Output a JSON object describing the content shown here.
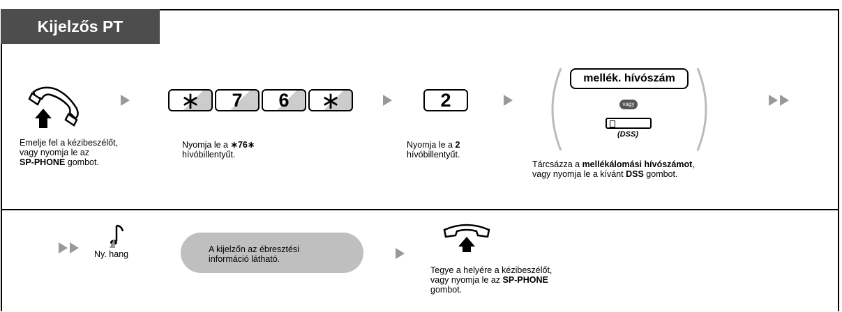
{
  "title": "Kijelzős PT",
  "step1": {
    "line1": "Emelje fel a kézibeszélőt,",
    "line2": "vagy nyomja le az",
    "bold": "SP-PHONE",
    "rest": " gombot."
  },
  "keys": [
    "∗",
    "7",
    "6",
    "∗"
  ],
  "step2": {
    "prefix": "Nyomja le a ",
    "bold": "∗76∗",
    "line2": "hívóbillentyűt."
  },
  "key2": "2",
  "step3": {
    "prefix": "Nyomja le a ",
    "bold": "2",
    "line2": "hívóbillentyűt."
  },
  "ext_label": "mellék. hívószám",
  "or_label": "vagy",
  "dss_label": "(DSS)",
  "step4": {
    "prefix": "Tárcsázza a ",
    "bold": "mellékálomási hívószámot",
    "suffix": ",",
    "line2_prefix": "vagy nyomja le a kívánt ",
    "line2_bold": "DSS",
    "line2_suffix": " gombot."
  },
  "tone_label": "Ny. hang",
  "bubble": {
    "line1": "A kijelzőn az ébresztési",
    "line2": "információ látható."
  },
  "step6": {
    "line1": "Tegye a helyére a kézibeszélőt,",
    "line2_prefix": "vagy nyomja le az ",
    "line2_bold": "SP-PHONE",
    "line3": "gombot."
  }
}
